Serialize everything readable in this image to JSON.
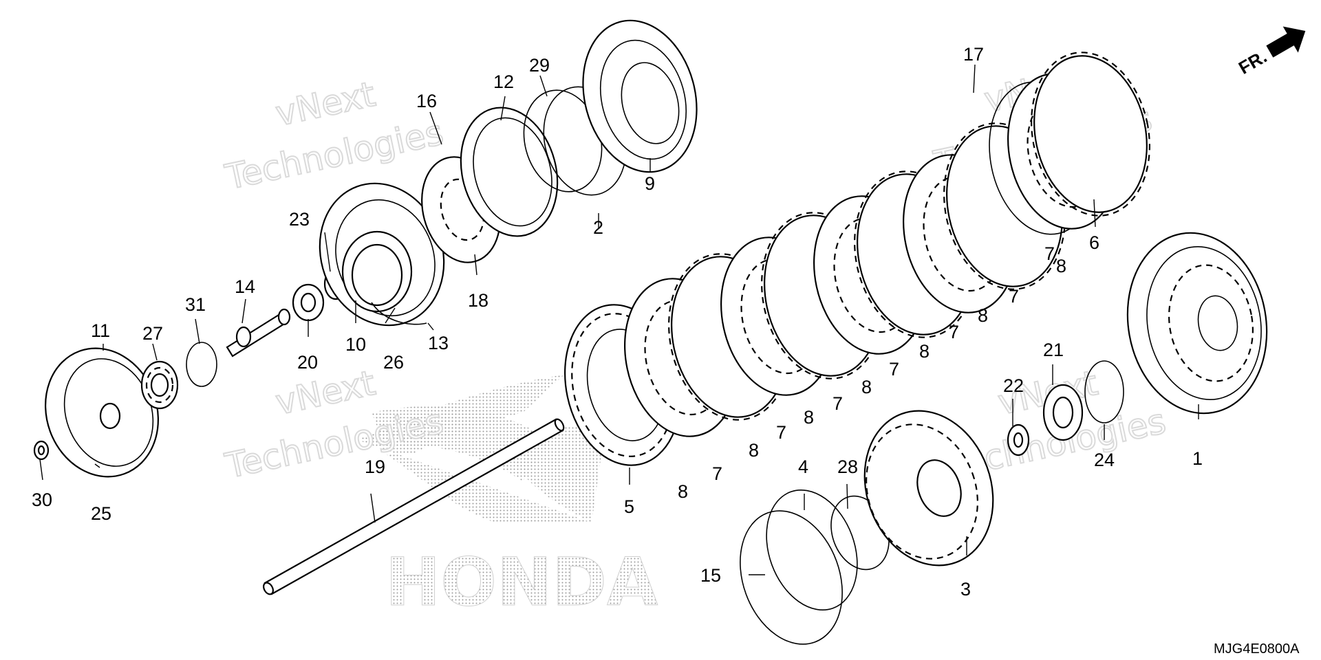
{
  "diagram": {
    "code": "MJG4E0800A",
    "direction_label": "FR.",
    "watermark": {
      "line1": "vNext",
      "line2": "Technologies"
    },
    "brand_mark": "HONDA",
    "callouts": [
      {
        "id": "c1",
        "label": "1"
      },
      {
        "id": "c2",
        "label": "2"
      },
      {
        "id": "c3",
        "label": "3"
      },
      {
        "id": "c4",
        "label": "4"
      },
      {
        "id": "c5",
        "label": "5"
      },
      {
        "id": "c6",
        "label": "6"
      },
      {
        "id": "c7a",
        "label": "7"
      },
      {
        "id": "c7b",
        "label": "7"
      },
      {
        "id": "c7c",
        "label": "7"
      },
      {
        "id": "c7d",
        "label": "7"
      },
      {
        "id": "c7e",
        "label": "7"
      },
      {
        "id": "c7f",
        "label": "7"
      },
      {
        "id": "c7g",
        "label": "7"
      },
      {
        "id": "c8a",
        "label": "8"
      },
      {
        "id": "c8b",
        "label": "8"
      },
      {
        "id": "c8c",
        "label": "8"
      },
      {
        "id": "c8d",
        "label": "8"
      },
      {
        "id": "c8e",
        "label": "8"
      },
      {
        "id": "c8f",
        "label": "8"
      },
      {
        "id": "c8g",
        "label": "8"
      },
      {
        "id": "c9",
        "label": "9"
      },
      {
        "id": "c10",
        "label": "10"
      },
      {
        "id": "c11",
        "label": "11"
      },
      {
        "id": "c12",
        "label": "12"
      },
      {
        "id": "c13",
        "label": "13"
      },
      {
        "id": "c14",
        "label": "14"
      },
      {
        "id": "c15",
        "label": "15"
      },
      {
        "id": "c16",
        "label": "16"
      },
      {
        "id": "c17",
        "label": "17"
      },
      {
        "id": "c18",
        "label": "18"
      },
      {
        "id": "c19",
        "label": "19"
      },
      {
        "id": "c20",
        "label": "20"
      },
      {
        "id": "c21",
        "label": "21"
      },
      {
        "id": "c22",
        "label": "22"
      },
      {
        "id": "c23",
        "label": "23"
      },
      {
        "id": "c24",
        "label": "24"
      },
      {
        "id": "c25",
        "label": "25"
      },
      {
        "id": "c26",
        "label": "26"
      },
      {
        "id": "c27",
        "label": "27"
      },
      {
        "id": "c28",
        "label": "28"
      },
      {
        "id": "c29",
        "label": "29"
      },
      {
        "id": "c30",
        "label": "30"
      },
      {
        "id": "c31",
        "label": "31"
      }
    ]
  }
}
